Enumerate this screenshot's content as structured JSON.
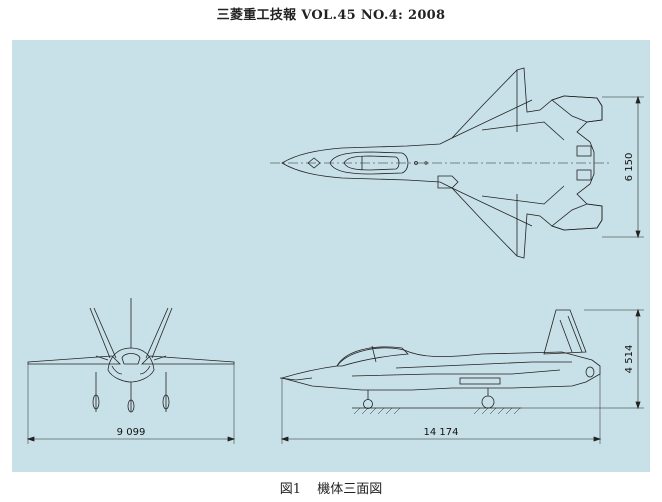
{
  "header": {
    "title": "三菱重工技報 VOL.45 NO.4: 2008"
  },
  "figure": {
    "background_color": "#c8e1e8",
    "line_color": "#222222",
    "dimensions": {
      "span": "9 099",
      "length": "14 174",
      "top_view_width": "6 150",
      "side_view_height": "4 514"
    }
  },
  "caption": {
    "number": "図1",
    "text": "機体三面図"
  }
}
